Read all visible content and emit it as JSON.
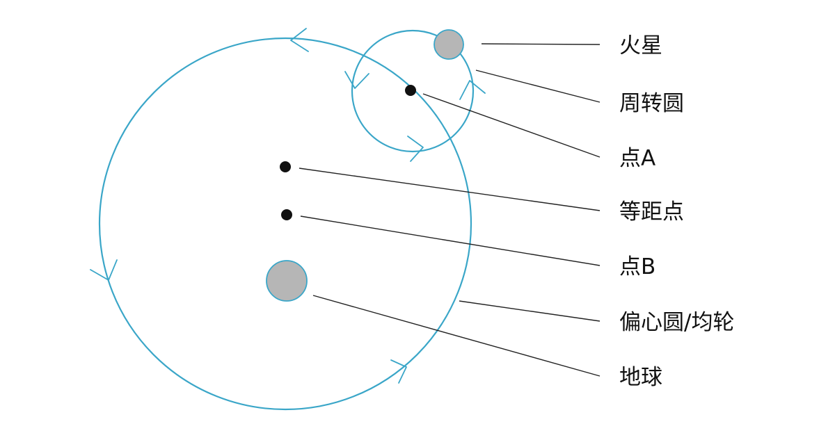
{
  "colors": {
    "orbit": "#3aa6c8",
    "body_fill": "#b6b6b6",
    "body_stroke": "#3aa6c8",
    "point": "#111111",
    "leader": "#222222",
    "text": "#111111"
  },
  "labels": {
    "mars": "火星",
    "epicycle": "周转圆",
    "point_a": "点A",
    "equant": "等距点",
    "point_b": "点B",
    "deferent": "偏心圆/均轮",
    "earth": "地球"
  }
}
